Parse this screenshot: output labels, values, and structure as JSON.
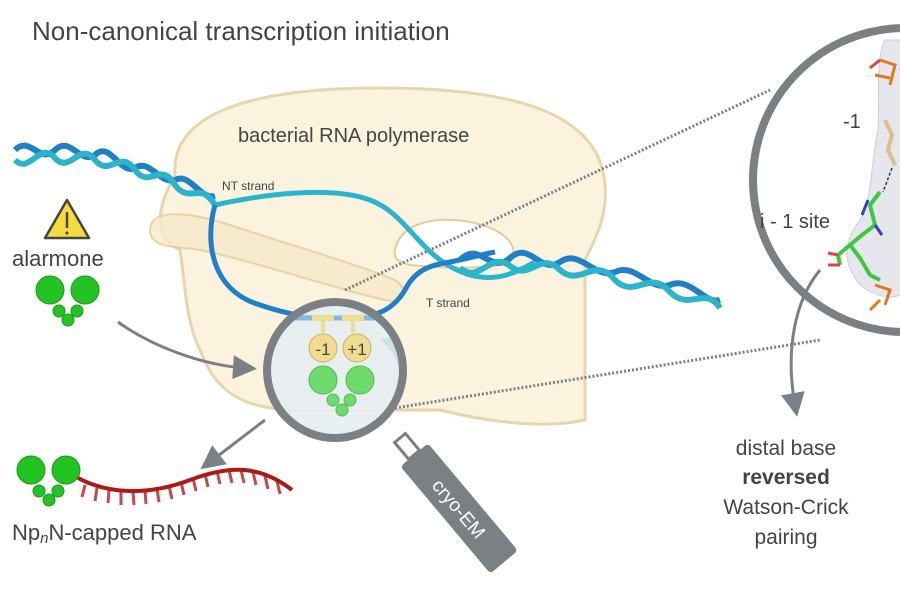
{
  "title": "Non-canonical transcription initiation",
  "polymerase": {
    "label": "bacterial RNA polymerase"
  },
  "dna": {
    "nt_strand_label": "NT strand",
    "t_strand_label": "T strand"
  },
  "alarmone": {
    "label": "alarmone",
    "warning_icon": "warning-triangle-icon"
  },
  "magnifier": {
    "positions": [
      "-1",
      "+1"
    ],
    "handle_label": "cryo-EM"
  },
  "product": {
    "label_prefix": "Np",
    "label_subscript": "n",
    "label_suffix": "N-capped RNA"
  },
  "structure_inset": {
    "position_label": "-1",
    "site_label": "i - 1 site"
  },
  "conclusion": {
    "line1": "distal base",
    "line2_bold": "reversed",
    "line3": "Watson-Crick",
    "line4": "pairing"
  },
  "colors": {
    "polymerase_fill": "#fcf3df",
    "polymerase_stroke": "#e8d6ab",
    "dna_dark": "#1f7fc9",
    "dna_light": "#2bb5cc",
    "alarmone_green": "#22c422",
    "rna_red": "#b01818",
    "lens_gray": "#7b8084",
    "nucleotide_yellow": "#f0dc8e"
  }
}
